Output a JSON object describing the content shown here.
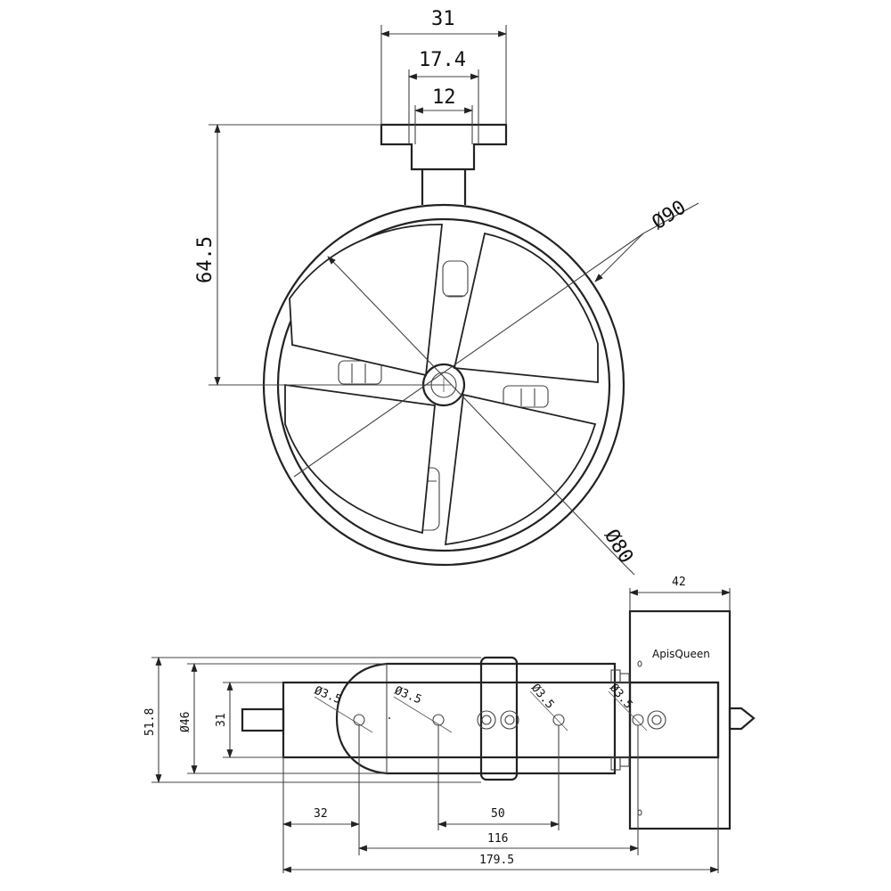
{
  "front_view": {
    "dim_flange_width": "31",
    "dim_mount_width": "17.4",
    "dim_neck_width": "12",
    "dim_height": "64.5",
    "dim_outer_diameter": "Ø90",
    "dim_inner_diameter": "Ø80"
  },
  "side_view": {
    "dim_bracket_width": "42",
    "brand_label": "ApisQueen",
    "dim_overall_height": "51.8",
    "dim_duct_diameter": "Ø46",
    "dim_plate_height": "31",
    "hole_labels": [
      "Ø3.5",
      "Ø3.5",
      "Ø3.5",
      "Ø3.5"
    ],
    "dim_hole_offset": "32",
    "dim_hole_pitch": "50",
    "dim_hole_span": "116",
    "dim_overall_length": "179.5"
  }
}
